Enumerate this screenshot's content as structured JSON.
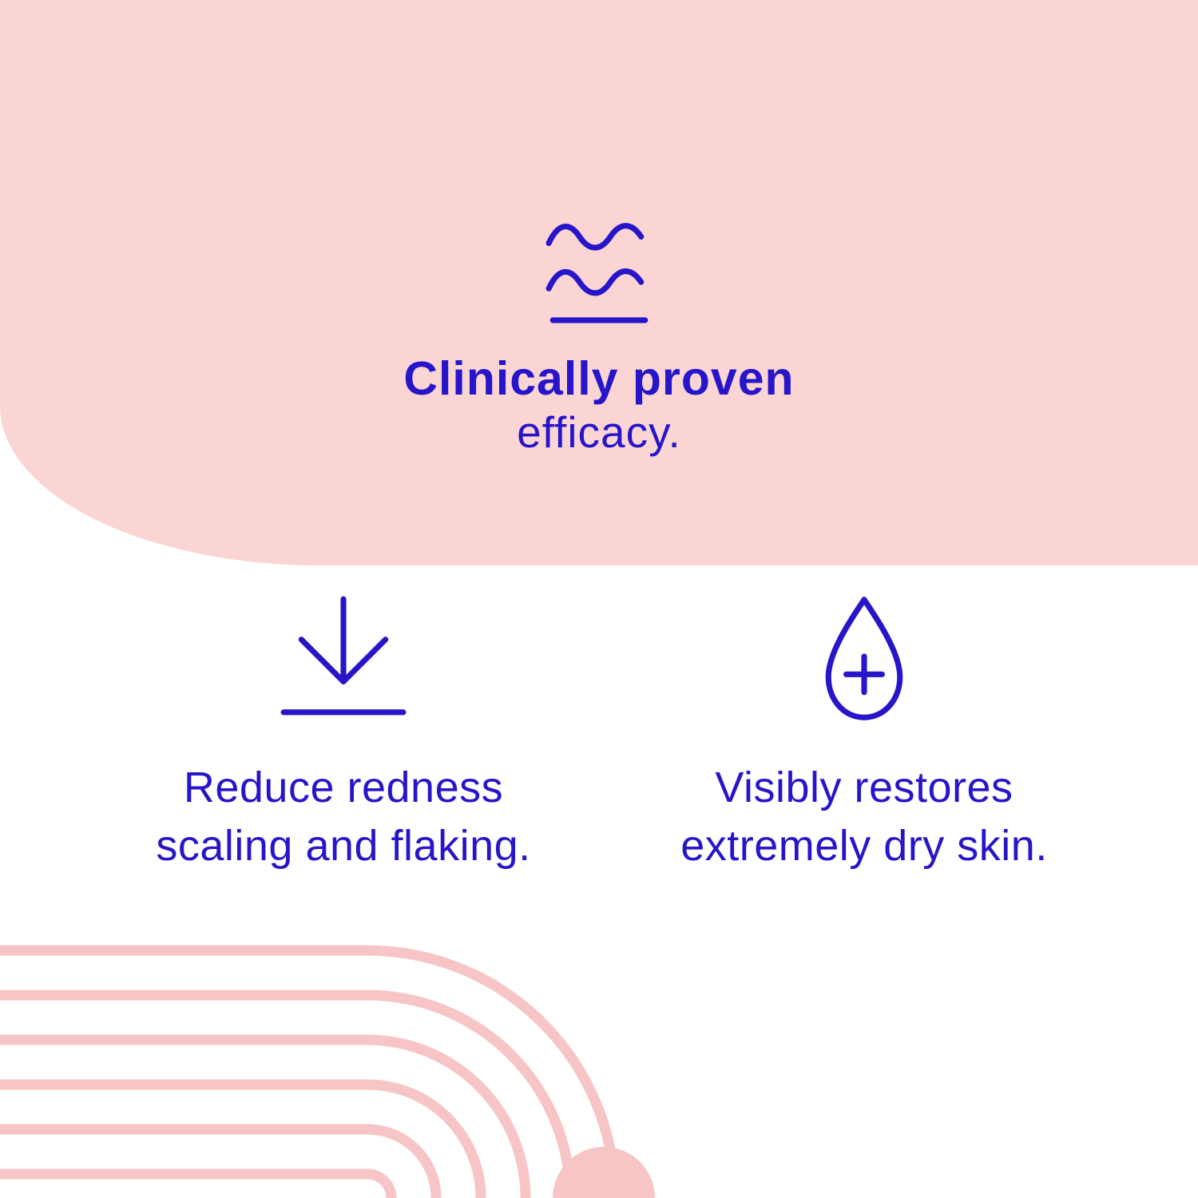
{
  "colors": {
    "background": "#FFFFFF",
    "hero_pink": "#FBD5D4",
    "decoration_pink": "#F7C5C5",
    "accent_blue": "#2715C9"
  },
  "hero": {
    "icon": "waves-icon",
    "heading_bold": "Clinically proven",
    "heading_regular": "efficacy."
  },
  "features": [
    {
      "icon": "arrow-down-icon",
      "line1": "Reduce redness",
      "line2": "scaling and flaking."
    },
    {
      "icon": "water-drop-plus-icon",
      "line1": "Visibly restores",
      "line2": "extremely dry skin."
    }
  ]
}
